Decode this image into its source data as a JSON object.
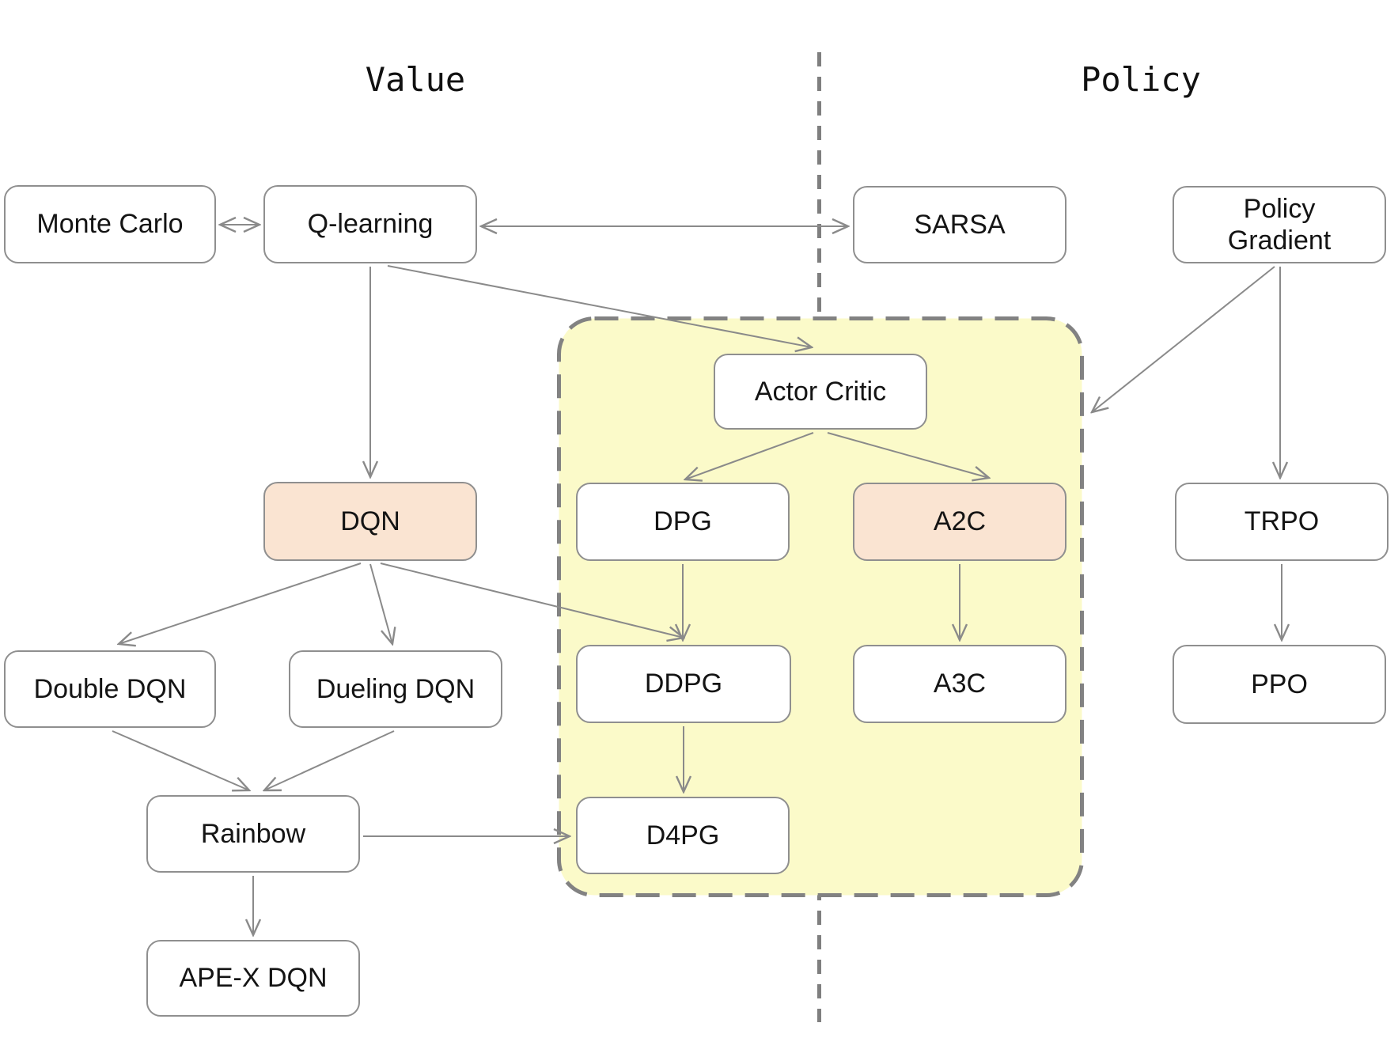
{
  "titles": {
    "left": "Value",
    "right": "Policy"
  },
  "nodes": {
    "monte_carlo": {
      "label": "Monte Carlo",
      "highlighted": false
    },
    "q_learning": {
      "label": "Q-learning",
      "highlighted": false
    },
    "sarsa": {
      "label": "SARSA",
      "highlighted": false
    },
    "policy_gradient": {
      "label": "Policy Gradient",
      "highlighted": false
    },
    "actor_critic": {
      "label": "Actor Critic",
      "highlighted": false
    },
    "dqn": {
      "label": "DQN",
      "highlighted": true
    },
    "dpg": {
      "label": "DPG",
      "highlighted": false
    },
    "a2c": {
      "label": "A2C",
      "highlighted": true
    },
    "trpo": {
      "label": "TRPO",
      "highlighted": false
    },
    "double_dqn": {
      "label": "Double DQN",
      "highlighted": false
    },
    "dueling_dqn": {
      "label": "Dueling DQN",
      "highlighted": false
    },
    "ddpg": {
      "label": "DDPG",
      "highlighted": false
    },
    "a3c": {
      "label": "A3C",
      "highlighted": false
    },
    "ppo": {
      "label": "PPO",
      "highlighted": false
    },
    "rainbow": {
      "label": "Rainbow",
      "highlighted": false
    },
    "d4pg": {
      "label": "D4PG",
      "highlighted": false
    },
    "apex_dqn": {
      "label": "APE-X DQN",
      "highlighted": false
    }
  },
  "group": {
    "style": "yellow-dashed-container",
    "members": [
      "Actor Critic",
      "DPG",
      "A2C",
      "DDPG",
      "A3C",
      "D4PG"
    ]
  },
  "edges": [
    {
      "from": "Monte Carlo",
      "to": "Q-learning",
      "direction": "both"
    },
    {
      "from": "Q-learning",
      "to": "SARSA",
      "direction": "both"
    },
    {
      "from": "Q-learning",
      "to": "DQN",
      "direction": "end"
    },
    {
      "from": "Q-learning",
      "to": "Actor Critic",
      "direction": "end"
    },
    {
      "from": "Policy Gradient",
      "to": "Actor Critic group",
      "direction": "end"
    },
    {
      "from": "Policy Gradient",
      "to": "TRPO",
      "direction": "end"
    },
    {
      "from": "Actor Critic",
      "to": "DPG",
      "direction": "end"
    },
    {
      "from": "Actor Critic",
      "to": "A2C",
      "direction": "end"
    },
    {
      "from": "DQN",
      "to": "Double DQN",
      "direction": "end"
    },
    {
      "from": "DQN",
      "to": "Dueling DQN",
      "direction": "end"
    },
    {
      "from": "DQN",
      "to": "DDPG",
      "direction": "end"
    },
    {
      "from": "DPG",
      "to": "DDPG",
      "direction": "end"
    },
    {
      "from": "A2C",
      "to": "A3C",
      "direction": "end"
    },
    {
      "from": "TRPO",
      "to": "PPO",
      "direction": "end"
    },
    {
      "from": "Double DQN",
      "to": "Rainbow",
      "direction": "end"
    },
    {
      "from": "Dueling DQN",
      "to": "Rainbow",
      "direction": "end"
    },
    {
      "from": "Rainbow",
      "to": "D4PG",
      "direction": "end"
    },
    {
      "from": "Rainbow",
      "to": "APE-X DQN",
      "direction": "end"
    },
    {
      "from": "DDPG",
      "to": "D4PG",
      "direction": "end"
    }
  ],
  "colors": {
    "highlight_fill": "#FAE4D2",
    "group_fill": "#FBFAC9",
    "box_border": "#8f8f8f",
    "line": "#8a8a8a",
    "divider": "#7f7f7f",
    "text": "#141414"
  }
}
